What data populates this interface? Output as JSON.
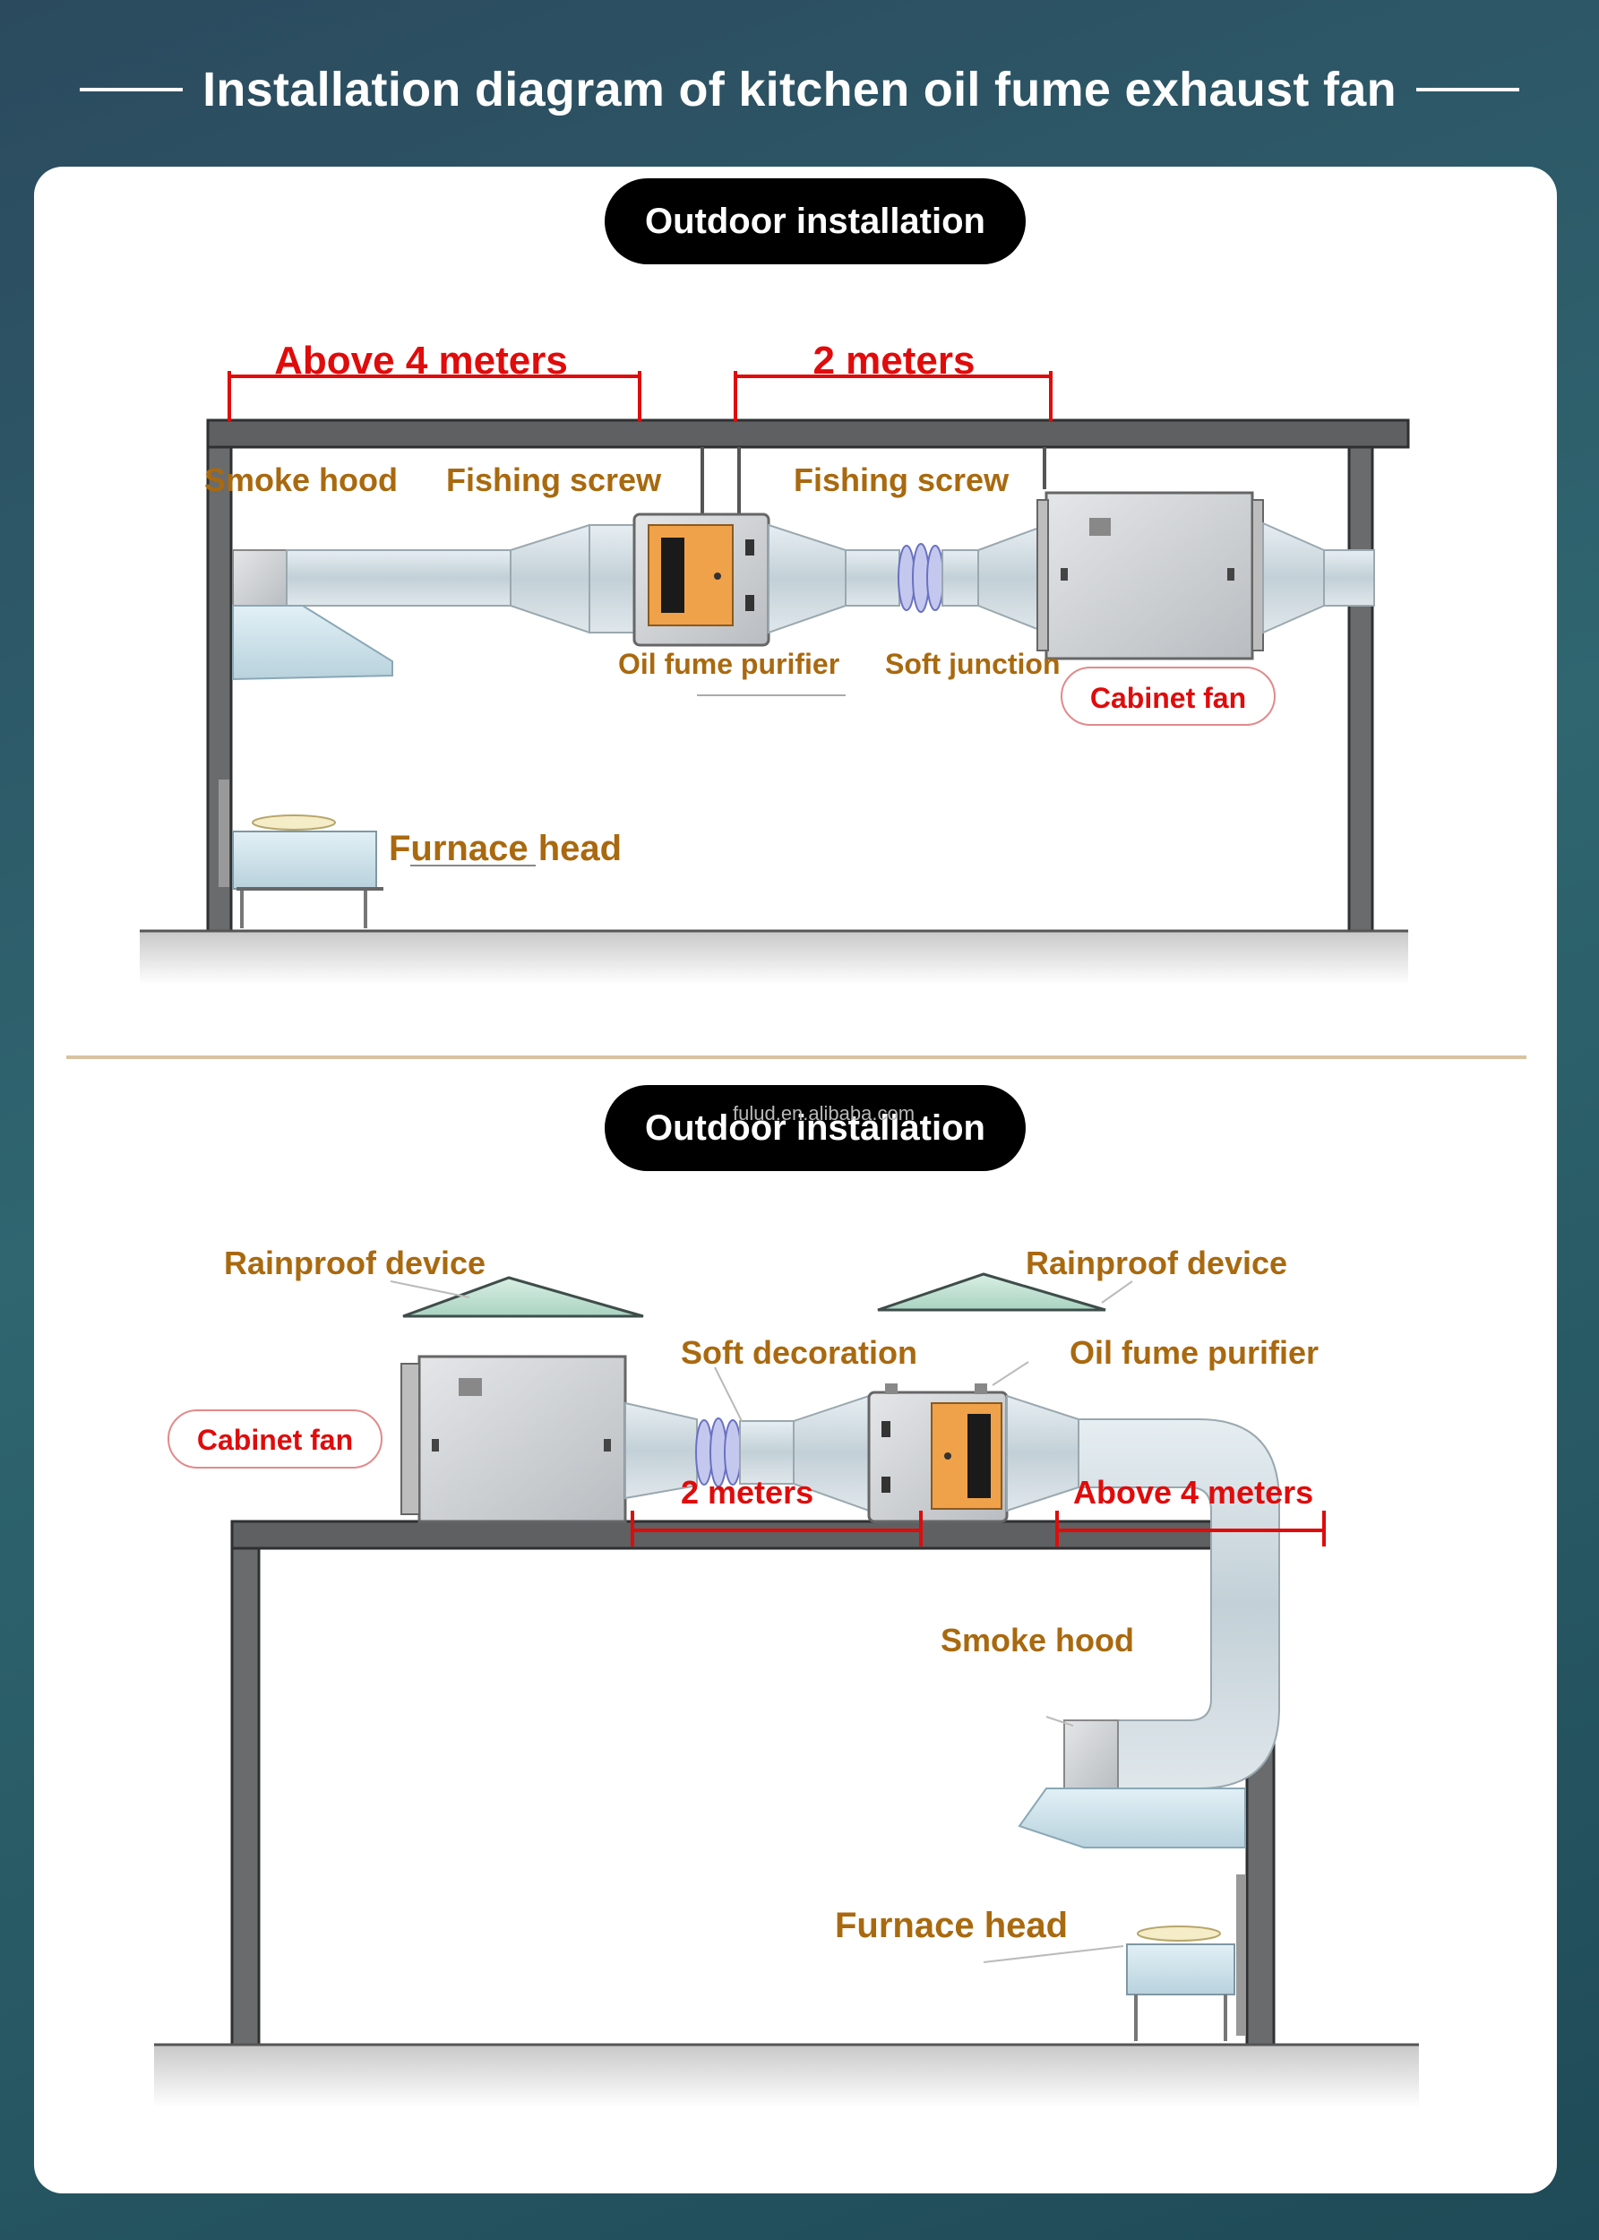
{
  "header": {
    "title": "Installation diagram of kitchen oil fume exhaust fan"
  },
  "colors": {
    "accent_red": "#e00b0b",
    "label_brown": "#a9690f",
    "pill_bg": "#000000",
    "duct": "#c9d6dc"
  },
  "section1": {
    "pill": "Outdoor installation",
    "dim_left": "Above 4 meters",
    "dim_right": "2 meters",
    "smoke_hood": "Smoke hood",
    "fishing_screw_1": "Fishing screw",
    "fishing_screw_2": "Fishing screw",
    "oil_fume_purifier": "Oil fume purifier",
    "soft_junction": "Soft junction",
    "cabinet_fan": "Cabinet fan",
    "furnace_head": "Furnace head"
  },
  "section2": {
    "pill": "Outdoor installation",
    "watermark": "fulud.en.alibaba.com",
    "rainproof_left": "Rainproof device",
    "rainproof_right": "Rainproof device",
    "soft_decoration": "Soft decoration",
    "oil_fume_purifier": "Oil fume purifier",
    "cabinet_fan": "Cabinet fan",
    "dim_left": "2 meters",
    "dim_right": "Above 4 meters",
    "smoke_hood": "Smoke hood",
    "furnace_head": "Furnace head"
  }
}
